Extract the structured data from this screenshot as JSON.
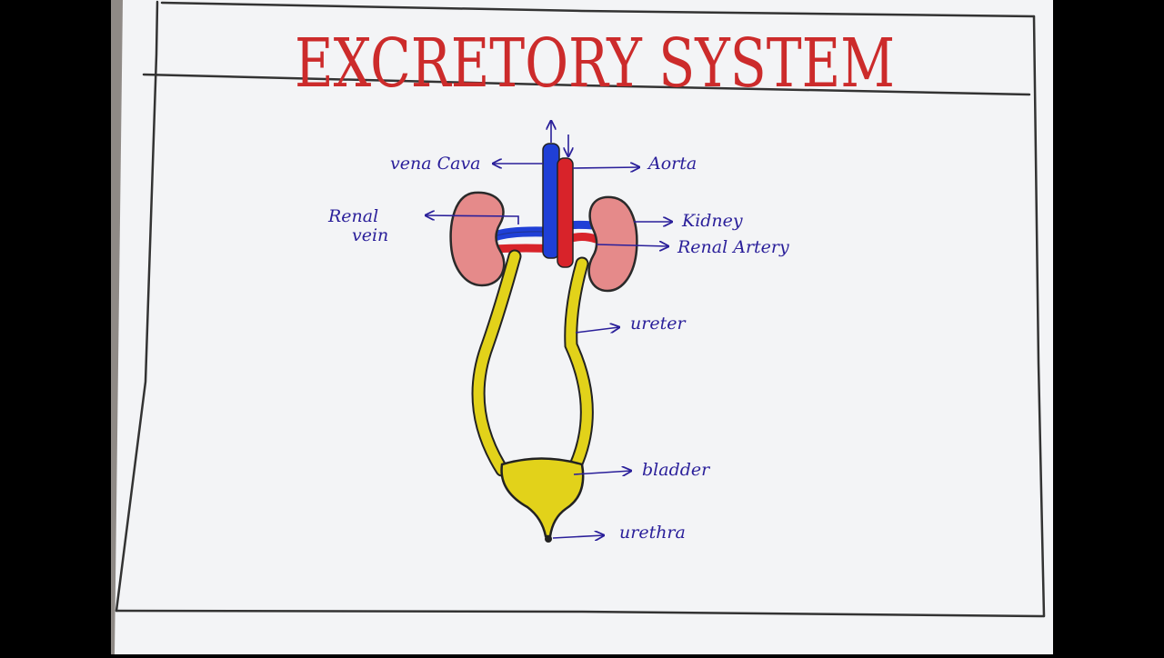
{
  "title": "EXCRETORY SYSTEM",
  "labels": {
    "vena_cava": "vena Cava",
    "aorta": "Aorta",
    "renal_vein_line1": "Renal",
    "renal_vein_line2": "vein",
    "kidney": "Kidney",
    "renal_artery": "Renal Artery",
    "ureter": "ureter",
    "bladder": "bladder",
    "urethra": "urethra"
  },
  "colors": {
    "title": "#cc2b2b",
    "label_ink": "#2a1f9a",
    "kidney_fill": "#e58a8a",
    "vein_blue": "#1f3fd6",
    "artery_red": "#d8232a",
    "ureter_bladder_yellow": "#e2d21a",
    "paper": "#f3f4f6",
    "wall_left": "#8f8a86",
    "border_ink": "#333333"
  }
}
